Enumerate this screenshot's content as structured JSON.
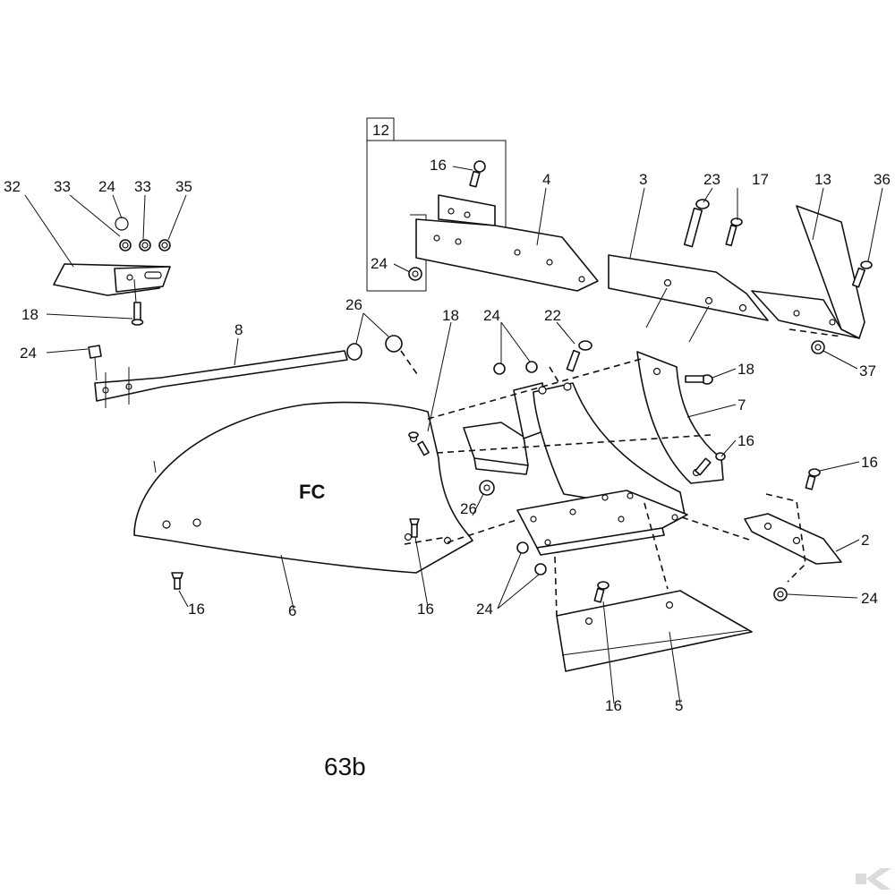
{
  "part_label": "FC",
  "figure_number": "63b",
  "kit_group": "12",
  "callouts": {
    "c32": "32",
    "c33a": "33",
    "c24a": "24",
    "c33b": "33",
    "c35": "35",
    "c18a": "18",
    "c24b": "24",
    "c8": "8",
    "c26a": "26",
    "c16a": "16",
    "c4": "4",
    "c24c": "24",
    "c3": "3",
    "c23": "23",
    "c17": "17",
    "c13": "13",
    "c36": "36",
    "c18b": "18",
    "c24d": "24",
    "c22": "22",
    "c18c": "18",
    "c7": "7",
    "c37": "37",
    "c16b": "16",
    "c16c": "16",
    "c2": "2",
    "c24e": "24",
    "c26b": "26",
    "c16d": "16",
    "c6": "6",
    "c16e": "16",
    "c24f": "24",
    "c16f": "16",
    "c5": "5"
  },
  "watermark": "K"
}
